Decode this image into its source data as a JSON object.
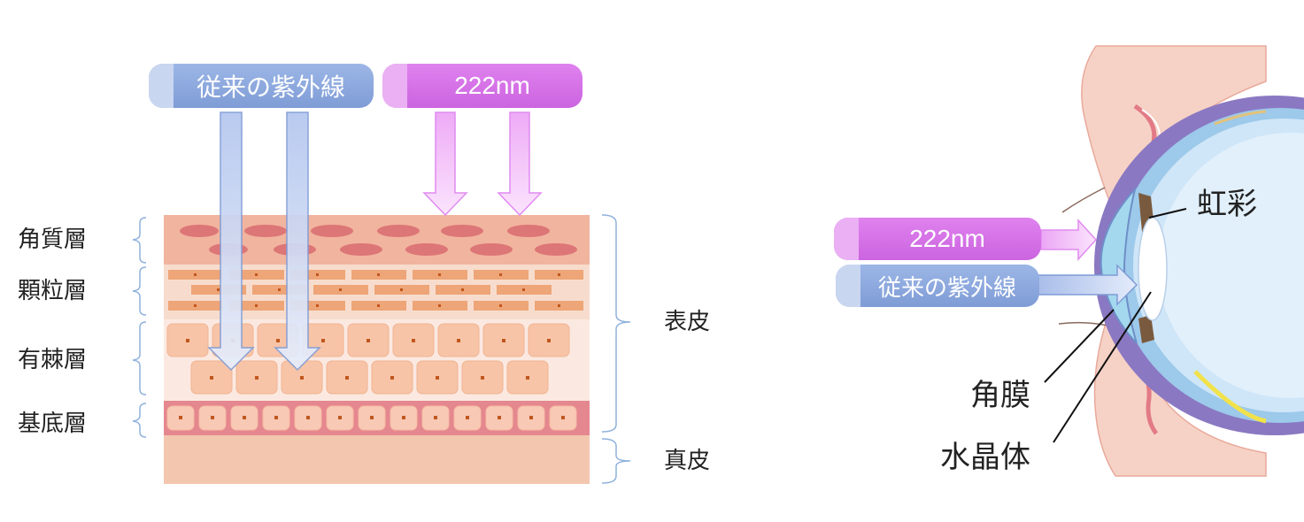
{
  "skin": {
    "conventional_uv": "従来の紫外線",
    "uv222": "222nm",
    "layers": {
      "stratum_corneum": "角質層",
      "stratum_granulosum": "顆粒層",
      "stratum_spinosum": "有棘層",
      "stratum_basale": "基底層"
    },
    "epidermis": "表皮",
    "dermis": "真皮"
  },
  "eye": {
    "uv222": "222nm",
    "conventional_uv": "従来の紫外線",
    "iris": "虹彩",
    "cornea": "角膜",
    "lens": "水晶体"
  },
  "colors": {
    "conventional_uv": "#8fa8df",
    "uv222": "#d26ae6",
    "skin_corneum": "#f1b49e",
    "skin_granular": "#f5d3c3",
    "skin_spinous": "#fbe6dc",
    "skin_basal": "#e58a92",
    "skin_dermis": "#f2c6ae"
  }
}
